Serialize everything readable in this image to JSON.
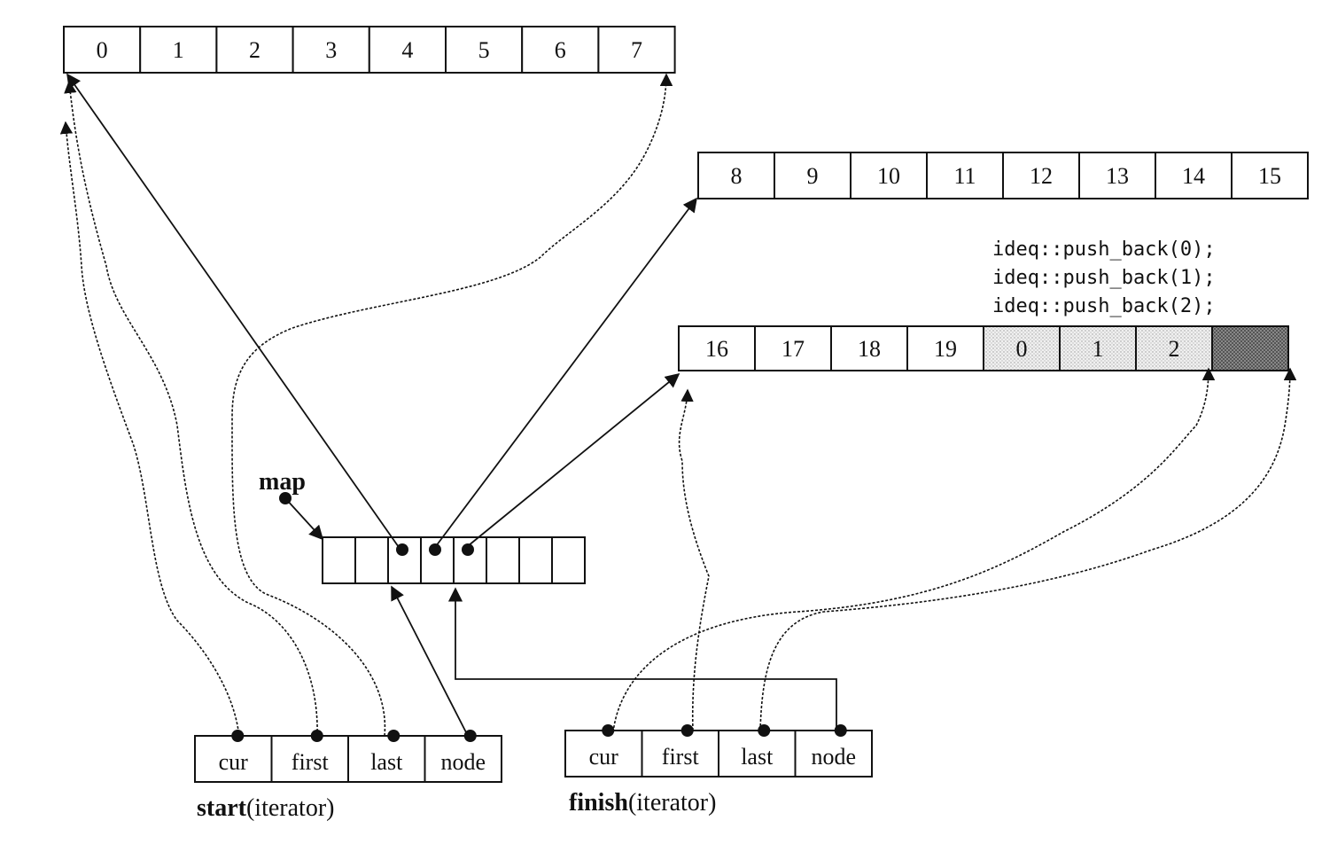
{
  "buffers": [
    {
      "cells": [
        "0",
        "1",
        "2",
        "3",
        "4",
        "5",
        "6",
        "7"
      ],
      "shaded": []
    },
    {
      "cells": [
        "8",
        "9",
        "10",
        "11",
        "12",
        "13",
        "14",
        "15"
      ],
      "shaded": []
    },
    {
      "cells": [
        "16",
        "17",
        "18",
        "19",
        "0",
        "1",
        "2",
        ""
      ],
      "shaded": [
        4,
        5,
        6
      ],
      "hatched": [
        7
      ]
    }
  ],
  "map": {
    "label": "map",
    "cells": 8,
    "dots": [
      2,
      3,
      4
    ]
  },
  "start": {
    "fields": [
      "cur",
      "first",
      "last",
      "node"
    ],
    "name": "start",
    "type": "(iterator)"
  },
  "finish": {
    "fields": [
      "cur",
      "first",
      "last",
      "node"
    ],
    "name": "finish",
    "type": "(iterator)"
  },
  "code": [
    "ideq::push_back(0);",
    "ideq::push_back(1);",
    "ideq::push_back(2);"
  ]
}
